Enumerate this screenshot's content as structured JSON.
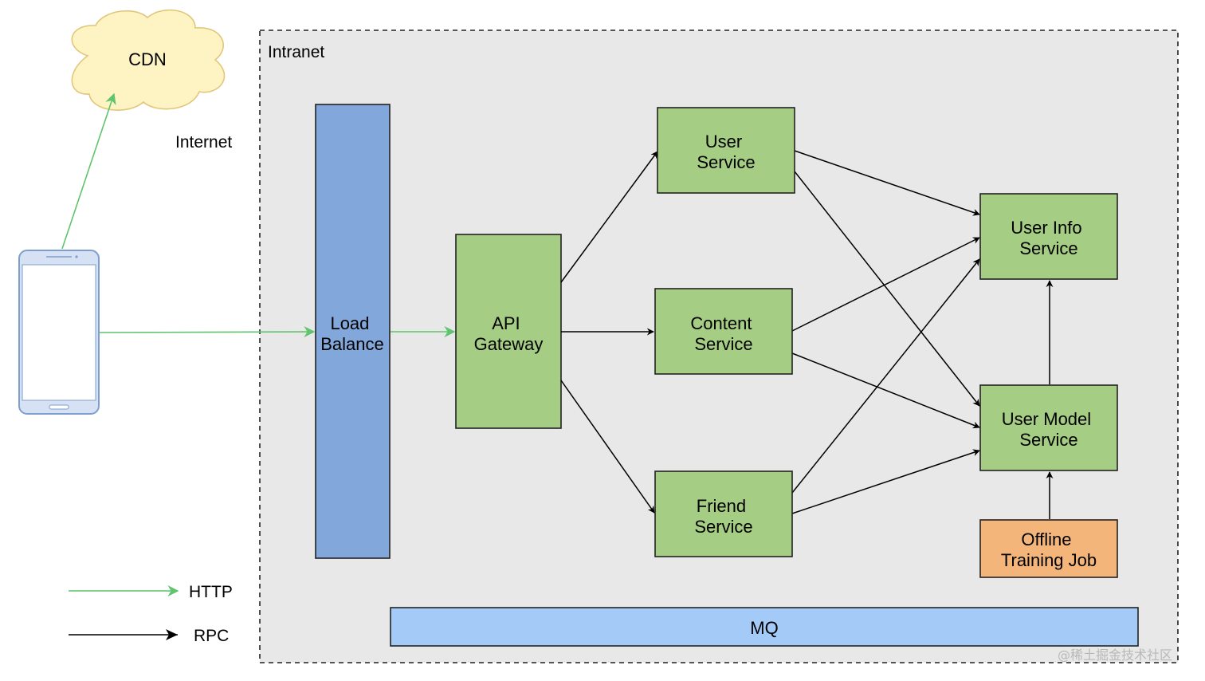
{
  "zones": {
    "intranet_label": "Intranet",
    "internet_label": "Internet"
  },
  "nodes": {
    "cdn": "CDN",
    "load_balance": [
      "Load",
      "Balance"
    ],
    "api_gateway": [
      "API",
      "Gateway"
    ],
    "user_service": [
      "User",
      "Service"
    ],
    "content_service": [
      "Content",
      "Service"
    ],
    "friend_service": [
      "Friend",
      "Service"
    ],
    "user_info_service": [
      "User Info",
      "Service"
    ],
    "user_model_service": [
      "User Model",
      "Service"
    ],
    "offline_training_job": [
      "Offline",
      "Training Job"
    ],
    "mq": "MQ"
  },
  "legend": {
    "http_label": "HTTP",
    "rpc_label": "RPC"
  },
  "watermark": "@稀土掘金技术社区",
  "colors": {
    "service_fill": "#a5cd83",
    "service_stroke": "#222222",
    "load_balance_fill": "#82a7db",
    "offline_job_fill": "#f4b57b",
    "mq_fill": "#a4cbf7",
    "intranet_fill": "#e8e8e8",
    "cdn_fill": "#fef4c3",
    "cdn_stroke": "#e2c679",
    "phone_stroke": "#7f9ed0",
    "http_arrow": "#5fc46d",
    "rpc_arrow": "#000000"
  },
  "edges": [
    {
      "from": "phone",
      "to": "cdn",
      "protocol": "HTTP"
    },
    {
      "from": "phone",
      "to": "load_balance",
      "protocol": "HTTP"
    },
    {
      "from": "load_balance",
      "to": "api_gateway",
      "protocol": "HTTP"
    },
    {
      "from": "api_gateway",
      "to": "user_service",
      "protocol": "RPC"
    },
    {
      "from": "api_gateway",
      "to": "content_service",
      "protocol": "RPC"
    },
    {
      "from": "api_gateway",
      "to": "friend_service",
      "protocol": "RPC"
    },
    {
      "from": "user_service",
      "to": "user_info_service",
      "protocol": "RPC"
    },
    {
      "from": "user_service",
      "to": "user_model_service",
      "protocol": "RPC"
    },
    {
      "from": "content_service",
      "to": "user_info_service",
      "protocol": "RPC"
    },
    {
      "from": "content_service",
      "to": "user_model_service",
      "protocol": "RPC"
    },
    {
      "from": "friend_service",
      "to": "user_info_service",
      "protocol": "RPC"
    },
    {
      "from": "friend_service",
      "to": "user_model_service",
      "protocol": "RPC"
    },
    {
      "from": "user_model_service",
      "to": "user_info_service",
      "protocol": "RPC"
    },
    {
      "from": "offline_training_job",
      "to": "user_model_service",
      "protocol": "RPC"
    }
  ]
}
